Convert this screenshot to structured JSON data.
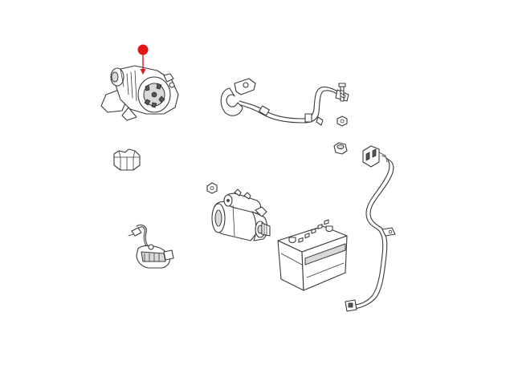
{
  "diagram": {
    "type": "exploded parts diagram",
    "line_color": "#3a3a3a",
    "highlight_color": "#e3151a",
    "parts": [
      {
        "name": "alternator",
        "highlighted": true
      },
      {
        "name": "voltage-regulator-bracket"
      },
      {
        "name": "battery-ground-cable"
      },
      {
        "name": "bolt"
      },
      {
        "name": "nut-small"
      },
      {
        "name": "nut-cap"
      },
      {
        "name": "starter-motor"
      },
      {
        "name": "starter-nut"
      },
      {
        "name": "battery"
      },
      {
        "name": "battery-positive-cable"
      },
      {
        "name": "wiring-connector-with-sensor"
      }
    ]
  }
}
